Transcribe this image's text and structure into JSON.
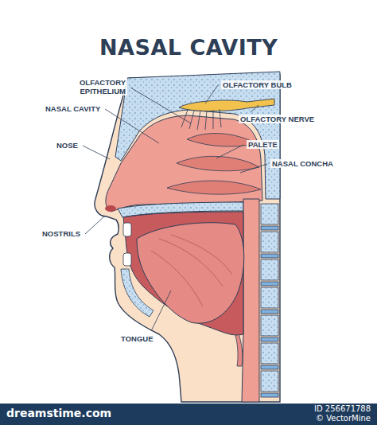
{
  "diagram": {
    "title": "NASAL CAVITY",
    "labels": [
      "OLFACTORY EPITHELIUM",
      "OLFACTORY BULB",
      "NASAL CAVITY",
      "OLFACTORY NERVE",
      "NOSE",
      "PALETE",
      "NASAL CONCHA",
      "NOSTRILS",
      "TONGUE",
      "dreamstime.com",
      "ID 256671788",
      "© VectorMine"
    ]
  }
}
